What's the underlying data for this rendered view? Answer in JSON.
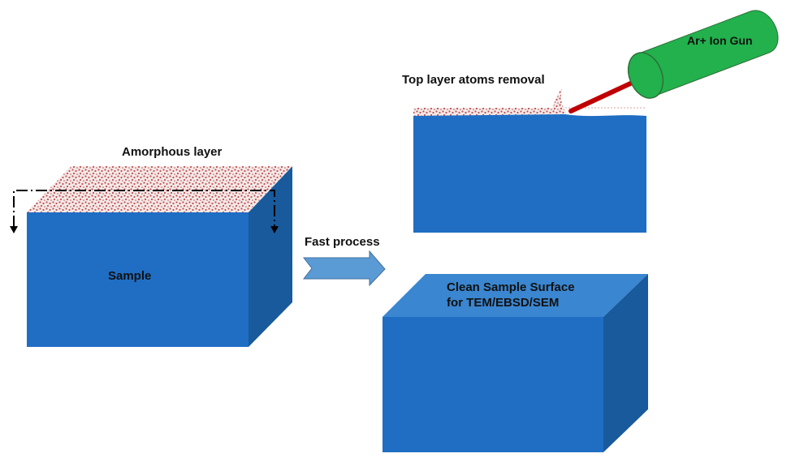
{
  "labels": {
    "amorphous_layer": "Amorphous layer",
    "sample": "Sample",
    "fast_process": "Fast process",
    "top_layer_removal": "Top layer atoms removal",
    "ion_gun": "Ar+ Ion Gun",
    "clean_surface_line1": "Clean Sample Surface",
    "clean_surface_line2": "for TEM/EBSD/SEM"
  },
  "colors": {
    "block_front": "#1f6ec4",
    "block_top": "#3a86d0",
    "block_side": "#185a9c",
    "amorphous_texture": "#c0504d",
    "ion_gun_body": "#22b14c",
    "ion_beam": "#c00000",
    "process_arrow": "#5b9bd5"
  }
}
